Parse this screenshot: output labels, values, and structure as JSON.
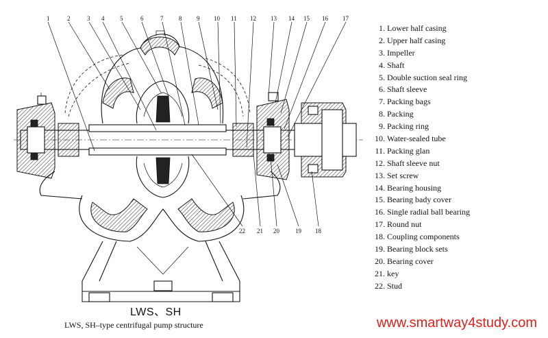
{
  "callouts": [
    "1",
    "2",
    "3",
    "4",
    "5",
    "6",
    "7",
    "8",
    "9",
    "10",
    "11",
    "12",
    "13",
    "14",
    "15",
    "16",
    "17",
    "18",
    "19",
    "20",
    "21",
    "22"
  ],
  "legend": [
    {
      "num": "1.",
      "label": "Lower half casing"
    },
    {
      "num": "2.",
      "label": "Upper half casing"
    },
    {
      "num": "3.",
      "label": "Impeller"
    },
    {
      "num": "4.",
      "label": "Shaft"
    },
    {
      "num": "5.",
      "label": "Double suction seal ring"
    },
    {
      "num": "6.",
      "label": "Shaft sleeve"
    },
    {
      "num": "7.",
      "label": "Packing bags"
    },
    {
      "num": "8.",
      "label": "Packing"
    },
    {
      "num": "9.",
      "label": "Packing ring"
    },
    {
      "num": "10.",
      "label": "Water-sealed tube"
    },
    {
      "num": "11.",
      "label": "Packing glan"
    },
    {
      "num": "12.",
      "label": "Shaft sleeve nut"
    },
    {
      "num": "13.",
      "label": "Set screw"
    },
    {
      "num": "14.",
      "label": "Bearing housing"
    },
    {
      "num": "15.",
      "label": "Bearing bady cover"
    },
    {
      "num": "16.",
      "label": "Single radial ball bearing"
    },
    {
      "num": "17.",
      "label": "Round nut"
    },
    {
      "num": "18.",
      "label": "Coupling components"
    },
    {
      "num": "19.",
      "label": "Bearing block sets"
    },
    {
      "num": "20.",
      "label": "Bearing cover"
    },
    {
      "num": "21.",
      "label": "key"
    },
    {
      "num": "22.",
      "label": "Stud"
    }
  ],
  "model_label": "LWS、SH",
  "caption": "LWS, SH–type centrifugal pump structure",
  "website": "www.smartway4study.com"
}
